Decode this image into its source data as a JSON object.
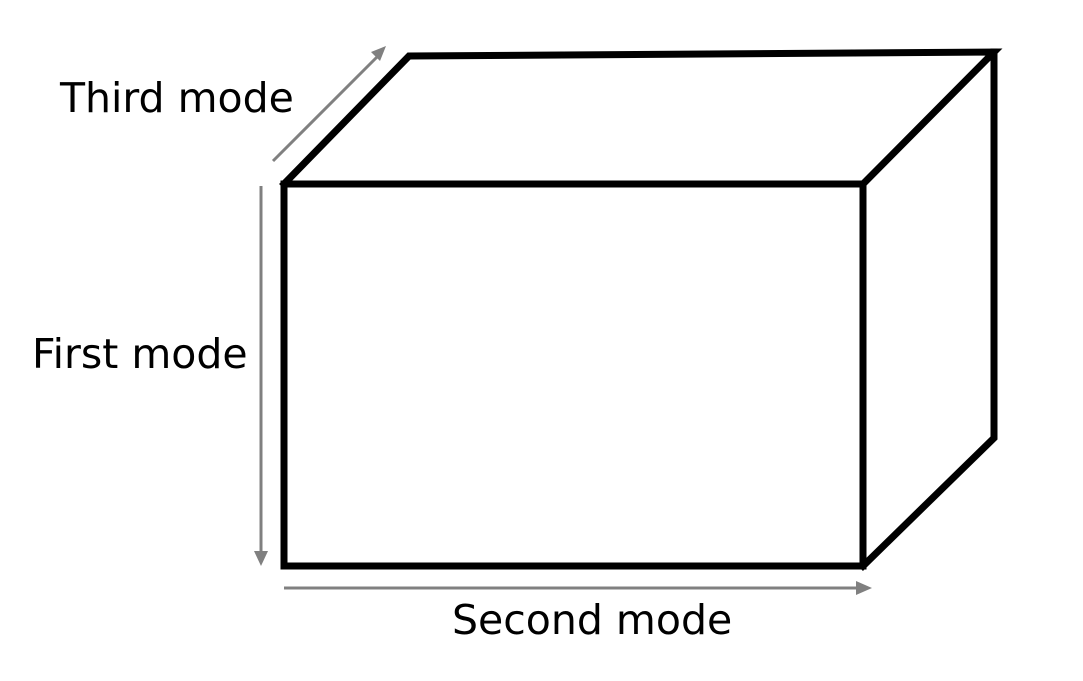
{
  "labels": {
    "third_mode": "Third mode",
    "first_mode": "First mode",
    "second_mode": "Second mode"
  },
  "colors": {
    "box_edge": "#000000",
    "axis_arrow": "#808080",
    "background": "#ffffff"
  }
}
